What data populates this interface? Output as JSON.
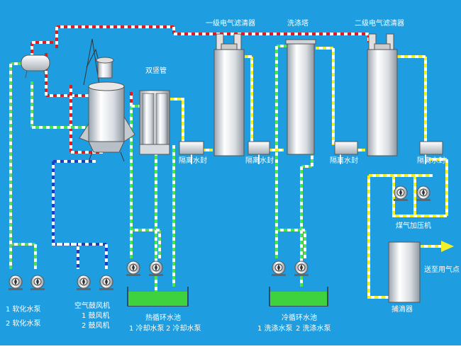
{
  "labels": {
    "primary_filter": "一级电气滤清器",
    "washer": "洗涤塔",
    "secondary_filter": "二级电气滤清器",
    "double_tube": "双竖管",
    "seal_1": "隔离水封",
    "seal_2": "隔离水封",
    "seal_3": "隔离水封",
    "seal_4": "隔离水封",
    "gas_booster": "煤气加压机",
    "to_gas_point": "送至用气点",
    "mist_catcher": "捕滴器",
    "softwater_pump_1": "1 软化水泵",
    "softwater_pump_2": "2 软化水泵",
    "air_blower": "空气鼓风机",
    "blower_1": "1 鼓风机",
    "blower_2": "2 鼓风机",
    "hot_cycle_pool": "热循环水池",
    "cooling_pump_1": "1 冷却水泵",
    "cooling_pump_2": "2 冷却水泵",
    "cold_cycle_pool": "冷循环水池",
    "wash_pump_1": "1 洗涤水泵",
    "wash_pump_2": "2 洗涤水泵"
  },
  "colors": {
    "background": "#1e9ee0",
    "water_line": "#4ee04e",
    "gas_line": "#f3f02a",
    "hot_gas_line": "#d81e1e",
    "air_line": "#1a3ec8",
    "pool_water": "#3fd23f",
    "arrow": "#f3f02a"
  },
  "icons": {
    "pump": "centrifugal-pump-icon",
    "blower": "blower-fan-icon",
    "arrow": "arrow-right-icon"
  }
}
